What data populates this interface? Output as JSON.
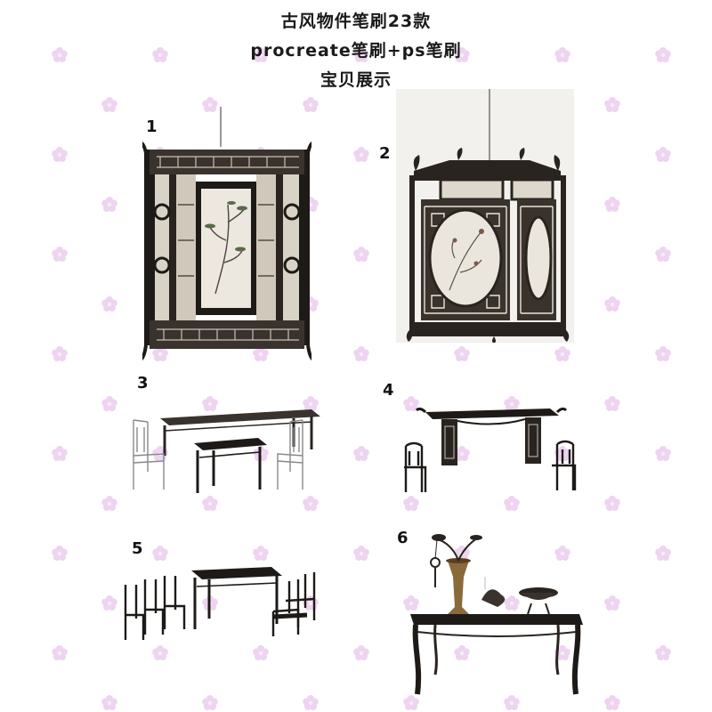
{
  "header": {
    "line1": "古风物件笔刷23款",
    "line2": "procreate笔刷+ps笔刷",
    "line3": "宝贝展示"
  },
  "items": [
    {
      "number": "1",
      "subject": "lantern-hexagonal"
    },
    {
      "number": "2",
      "subject": "lantern-palace"
    },
    {
      "number": "3",
      "subject": "table-chair-set"
    },
    {
      "number": "4",
      "subject": "altar-table-chairs"
    },
    {
      "number": "5",
      "subject": "square-table-chairs"
    },
    {
      "number": "6",
      "subject": "long-table-vase"
    }
  ],
  "colors": {
    "ink": "#1c1a18",
    "wood": "#2a2420",
    "paper": "#e9e4da",
    "watermark": "#e7c8ea"
  }
}
